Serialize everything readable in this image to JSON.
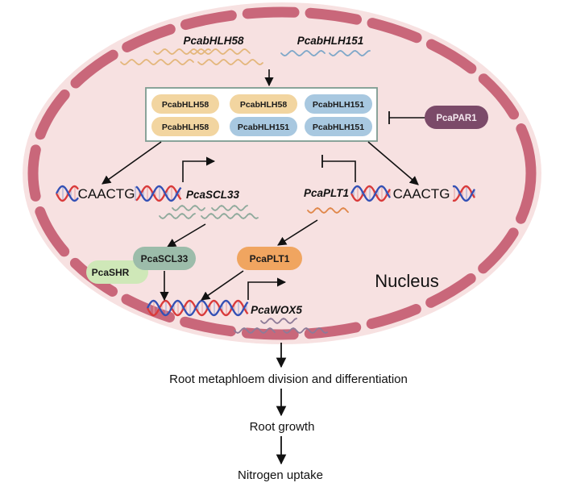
{
  "top_genes": {
    "hlh58": "PcabHLH58",
    "hlh151": "PcabHLH151"
  },
  "complex": {
    "cells": [
      {
        "label": "PcabHLH58",
        "color": "#f2d5a0"
      },
      {
        "label": "PcabHLH58",
        "color": "#f2d5a0"
      },
      {
        "label": "PcabHLH151",
        "color": "#a8c8e0"
      },
      {
        "label": "PcabHLH58",
        "color": "#f2d5a0"
      },
      {
        "label": "PcabHLH151",
        "color": "#a8c8e0"
      },
      {
        "label": "PcabHLH151",
        "color": "#a8c8e0"
      }
    ]
  },
  "inhibitor": {
    "label": "PcaPAR1",
    "color": "#7b4a69"
  },
  "left_dna": {
    "motif": "CAACTG",
    "gene": "PcaSCL33"
  },
  "right_dna": {
    "motif": "CAACTG",
    "gene": "PcaPLT1"
  },
  "proteins": {
    "scl33": {
      "label": "PcaSCL33",
      "color": "#9cbcaa"
    },
    "shr": {
      "label": "PcaSHR",
      "color": "#cfe8b8"
    },
    "plt1": {
      "label": "PcaPLT1",
      "color": "#f0a560"
    }
  },
  "wox5": {
    "gene": "PcaWOX5"
  },
  "nucleus_label": "Nucleus",
  "outcomes": [
    "Root metaphloem division and differentiation",
    "Root growth",
    "Nitrogen uptake"
  ],
  "colors": {
    "nucleus_fill": "#f7e1e1",
    "membrane": "#c9677a",
    "wave_tan": "#e4b77c",
    "wave_blue": "#7fa8c9",
    "wave_green": "#8faa9c",
    "wave_orange": "#e0874a",
    "wave_purple": "#8e7b98",
    "dna_red": "#d93a3a",
    "dna_blue": "#3350b5"
  }
}
